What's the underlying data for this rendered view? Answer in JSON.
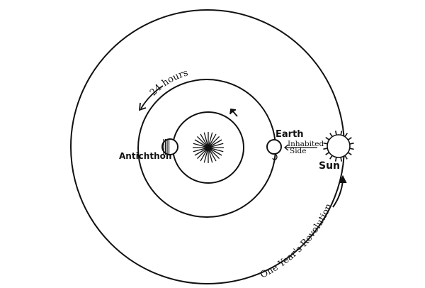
{
  "labels": {
    "earth": "Earth",
    "inhabited": "Inhabited",
    "side": "Side",
    "sun": "Sun",
    "antichthon": "Antichthon",
    "daily": "24 hours",
    "yearly": "One Year's Revolution"
  },
  "colors": {
    "ink": "#111111",
    "background": "#ffffff"
  }
}
